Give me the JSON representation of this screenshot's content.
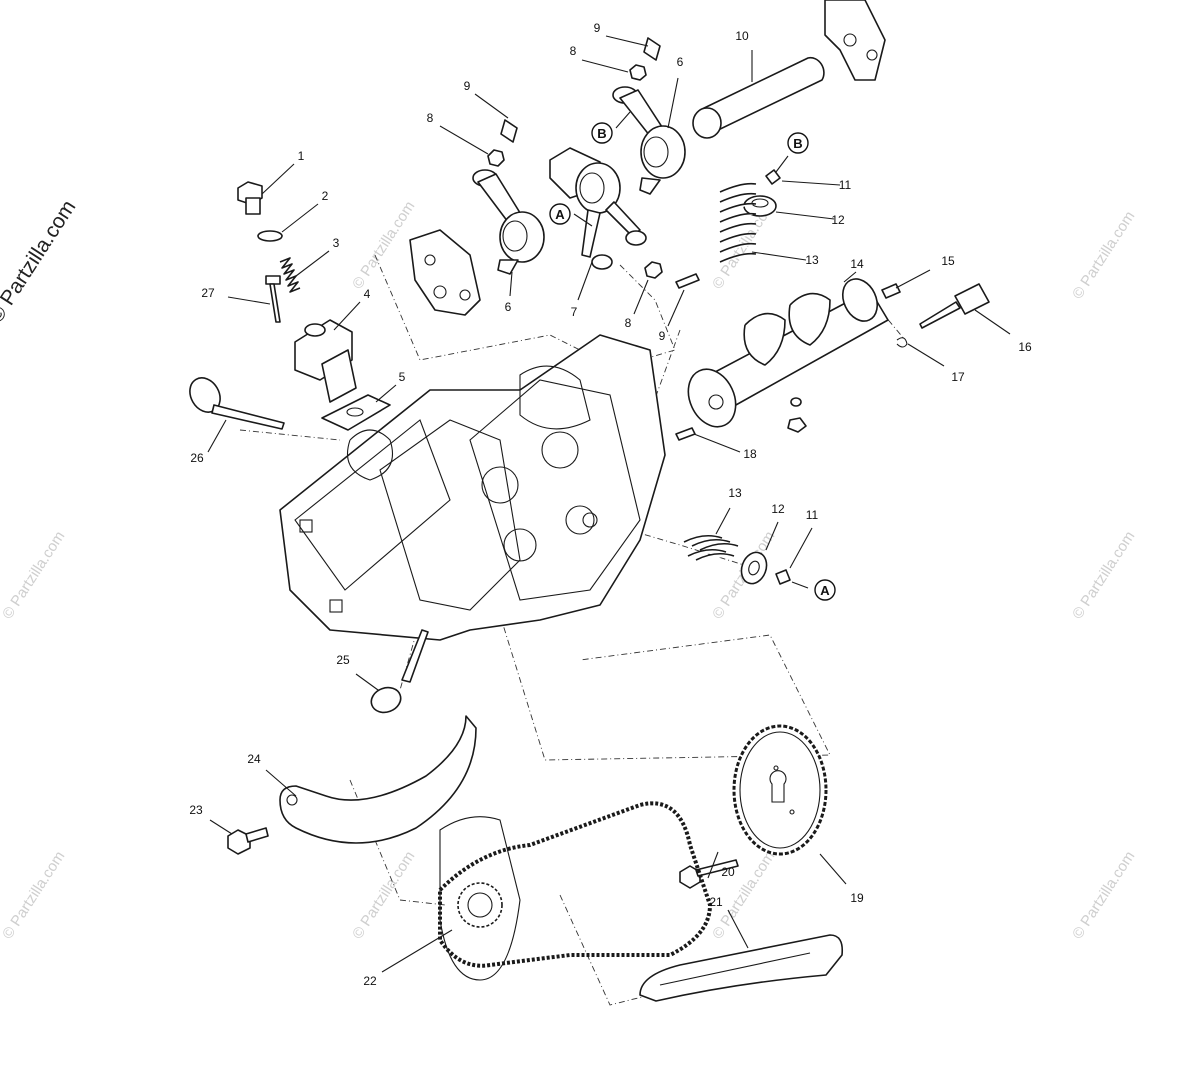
{
  "brand_label": "© Partzilla.com",
  "watermark_text": "© Partzilla.com",
  "callouts": [
    "1",
    "2",
    "3",
    "4",
    "5",
    "6",
    "6",
    "7",
    "8",
    "8",
    "8",
    "9",
    "9",
    "9",
    "10",
    "11",
    "11",
    "12",
    "12",
    "13",
    "13",
    "14",
    "15",
    "16",
    "17",
    "18",
    "19",
    "20",
    "21",
    "22",
    "23",
    "24",
    "25",
    "26",
    "27"
  ],
  "letter_markers": [
    "A",
    "A",
    "B",
    "B"
  ],
  "colors": {
    "line": "#1a1a1a",
    "watermark": "#cfcfcf",
    "background": "#ffffff"
  }
}
